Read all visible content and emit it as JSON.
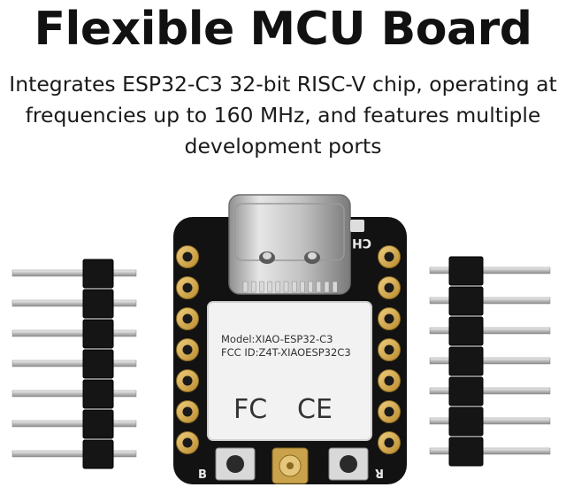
{
  "heading": {
    "title": "Flexible MCU Board",
    "subtitle_lines": [
      "Integrates ESP32-C3 32-bit RISC-V chip, operating at",
      "frequencies up to 160 MHz, and features multiple",
      "development ports"
    ]
  },
  "board": {
    "model_label": "Model:XIAO-ESP32-C3",
    "fcc_label": "FCC ID:Z4T-XIAOESP32C3",
    "fcc_logo": "FC",
    "ce_logo": "CE",
    "silk_ch": "CH",
    "silk_b": "B",
    "silk_r": "R",
    "left_pins": 7,
    "right_pins": 7
  },
  "header_pins": {
    "left_count": 7,
    "right_count": 7
  },
  "colors": {
    "pcb": "#121212",
    "pad_gold": "#d4a94b",
    "shield": "#f2f2f2",
    "usb_metal": "#b9b9b9",
    "pin_metal": "#cfcfcf",
    "header_plastic": "#151515"
  }
}
